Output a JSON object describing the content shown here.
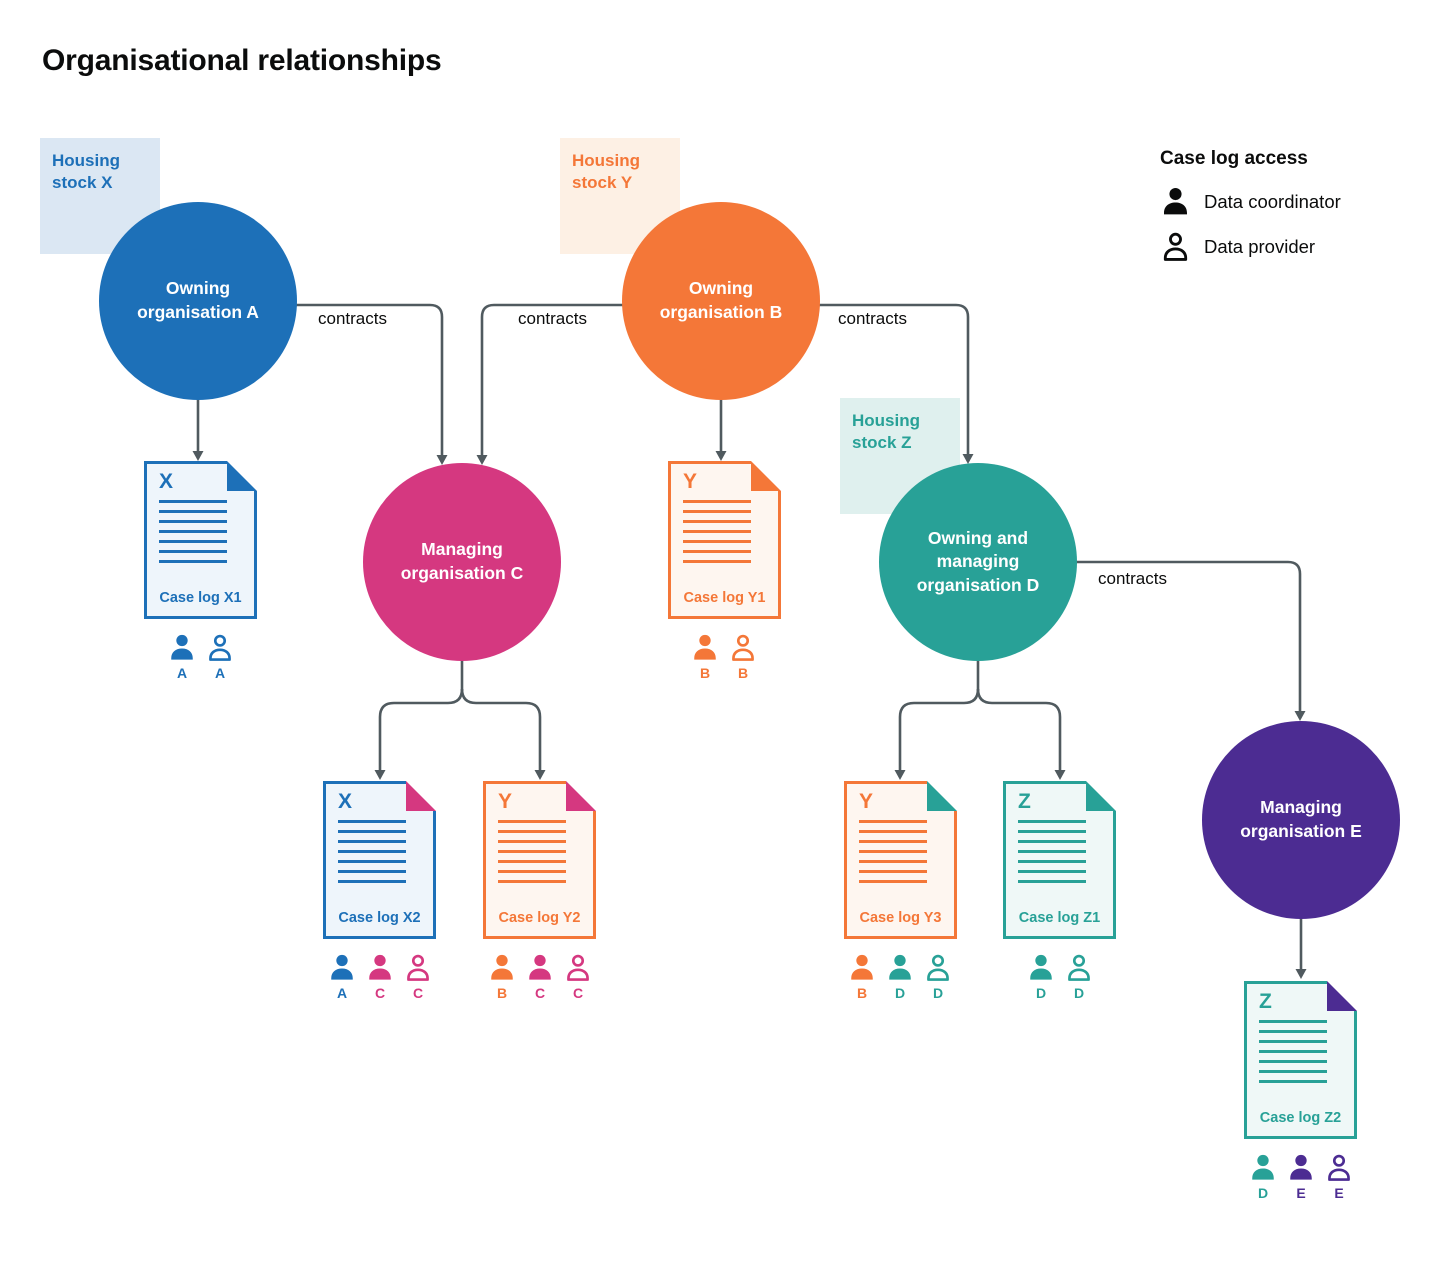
{
  "title": "Organisational relationships",
  "contracts_label": "contracts",
  "legend": {
    "title": "Case log access",
    "items": [
      {
        "icon": "person-filled-icon",
        "label": "Data coordinator"
      },
      {
        "icon": "person-outline-icon",
        "label": "Data provider"
      }
    ]
  },
  "colors": {
    "blue": "#1d70b8",
    "orange": "#f47738",
    "pink": "#d53880",
    "teal": "#28a197",
    "purple": "#4c2c92",
    "arrow": "#505a5f",
    "text": "#0b0c0c",
    "stock_x_bg": "#dbe7f3",
    "stock_y_bg": "#fdf0e4",
    "stock_z_bg": "#dff0ee"
  },
  "housing_stocks": [
    {
      "id": "X",
      "label": "Housing stock X",
      "color": "#1d70b8"
    },
    {
      "id": "Y",
      "label": "Housing stock Y",
      "color": "#f47738"
    },
    {
      "id": "Z",
      "label": "Housing stock Z",
      "color": "#28a197"
    }
  ],
  "organisations": [
    {
      "id": "A",
      "label": "Owning organisation A",
      "color": "#1d70b8"
    },
    {
      "id": "B",
      "label": "Owning organisation B",
      "color": "#f47738"
    },
    {
      "id": "C",
      "label": "Managing organisation C",
      "color": "#d53880"
    },
    {
      "id": "D",
      "label": "Owning and managing organisation D",
      "color": "#28a197"
    },
    {
      "id": "E",
      "label": "Managing organisation E",
      "color": "#4c2c92"
    }
  ],
  "case_logs": [
    {
      "id": "X1",
      "stock": "X",
      "label": "Case log X1",
      "access": [
        {
          "org": "A",
          "role": "coordinator"
        },
        {
          "org": "A",
          "role": "provider"
        }
      ]
    },
    {
      "id": "Y1",
      "stock": "Y",
      "label": "Case log Y1",
      "access": [
        {
          "org": "B",
          "role": "coordinator"
        },
        {
          "org": "B",
          "role": "provider"
        }
      ]
    },
    {
      "id": "X2",
      "stock": "X",
      "label": "Case log X2",
      "access": [
        {
          "org": "A",
          "role": "coordinator"
        },
        {
          "org": "C",
          "role": "coordinator"
        },
        {
          "org": "C",
          "role": "provider"
        }
      ]
    },
    {
      "id": "Y2",
      "stock": "Y",
      "label": "Case log Y2",
      "access": [
        {
          "org": "B",
          "role": "coordinator"
        },
        {
          "org": "C",
          "role": "coordinator"
        },
        {
          "org": "C",
          "role": "provider"
        }
      ]
    },
    {
      "id": "Y3",
      "stock": "Y",
      "label": "Case log Y3",
      "access": [
        {
          "org": "B",
          "role": "coordinator"
        },
        {
          "org": "D",
          "role": "coordinator"
        },
        {
          "org": "D",
          "role": "provider"
        }
      ]
    },
    {
      "id": "Z1",
      "stock": "Z",
      "label": "Case log Z1",
      "access": [
        {
          "org": "D",
          "role": "coordinator"
        },
        {
          "org": "D",
          "role": "provider"
        }
      ]
    },
    {
      "id": "Z2",
      "stock": "Z",
      "label": "Case log Z2",
      "access": [
        {
          "org": "D",
          "role": "coordinator"
        },
        {
          "org": "E",
          "role": "coordinator"
        },
        {
          "org": "E",
          "role": "provider"
        }
      ]
    }
  ]
}
